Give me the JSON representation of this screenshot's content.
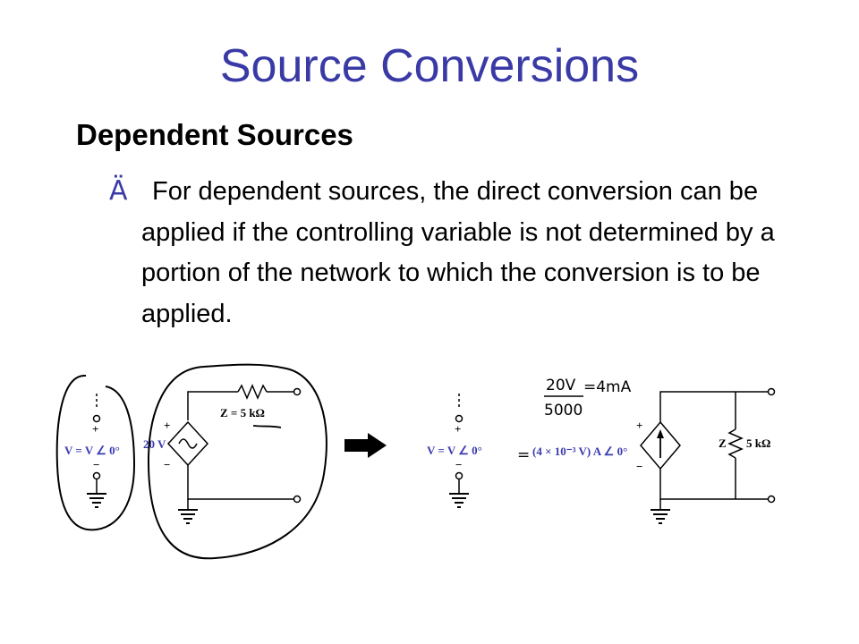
{
  "slide": {
    "title": "Source Conversions",
    "heading": "Dependent Sources",
    "bullet_glyph": "Ä",
    "bullet_text": "For dependent sources, the direct conversion can be applied if the controlling variable is not determined by a portion of the network to which the conversion is to be applied."
  },
  "diagram": {
    "left_control_label": "V = V ∠ 0°",
    "left_source_label": "20 V",
    "left_impedance_label": "Z = 5 kΩ",
    "right_control_label": "V = V ∠ 0°",
    "right_source_label": "(4 × 10⁻³ V) A ∠ 0°",
    "right_impedance_label": "Z",
    "right_impedance_value": "5 kΩ",
    "plus": "+",
    "minus": "−",
    "handwritten_top": "20V",
    "handwritten_bottom": "5000",
    "handwritten_result": "=4mA",
    "handwritten_equals": "="
  }
}
